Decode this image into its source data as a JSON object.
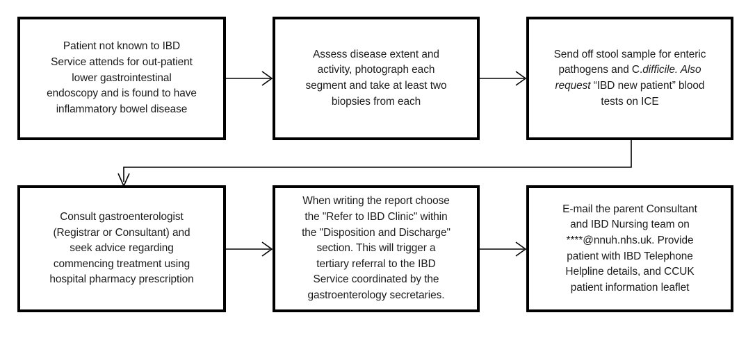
{
  "diagram": {
    "title": "IBD new patient endoscopy pathway flowchart",
    "type": "flowchart",
    "orientation": "left-to-right, wrapping to second row",
    "colors": {
      "box_border": "#000000",
      "box_fill": "#ffffff",
      "text": "#1a1a1a",
      "connector": "#000000",
      "background": "#ffffff"
    },
    "nodes": [
      {
        "id": "node-1",
        "order": 1,
        "text": "Patient not known to IBD\nService attends for out-patient\nlower gastrointestinal\nendoscopy and is found to have\ninflammatory bowel disease"
      },
      {
        "id": "node-2",
        "order": 2,
        "text": "Assess disease extent and\nactivity, photograph each\nsegment and take at least two\nbiopsies from each"
      },
      {
        "id": "node-3",
        "order": 3,
        "text_runs": [
          {
            "text": "Send off stool sample for enteric\npathogens and C.",
            "style": "normal"
          },
          {
            "text": "difficile. Also\nrequest",
            "style": "italic"
          },
          {
            "text": " “IBD new patient” blood\ntests on ICE",
            "style": "normal"
          }
        ]
      },
      {
        "id": "node-4",
        "order": 4,
        "text": "Consult gastroenterologist\n(Registrar or Consultant) and\nseek advice regarding\ncommencing treatment using\nhospital pharmacy prescription"
      },
      {
        "id": "node-5",
        "order": 5,
        "text": "When writing the report choose\nthe \"Refer to IBD Clinic\" within\nthe \"Disposition and Discharge\"\nsection. This will trigger a\ntertiary referral to the IBD\nService coordinated by the\ngastroenterology secretaries."
      },
      {
        "id": "node-6",
        "order": 6,
        "text": "E-mail the parent Consultant\nand IBD Nursing team on\n****@nnuh.nhs.uk. Provide\npatient with IBD Telephone\nHelpline details, and CCUK\npatient information leaflet"
      }
    ],
    "connectors": [
      {
        "id": "conn-1-2",
        "from": "node-1",
        "to": "node-2",
        "shape": "horizontal-arrow",
        "direction": "right"
      },
      {
        "id": "conn-2-3",
        "from": "node-2",
        "to": "node-3",
        "shape": "horizontal-arrow",
        "direction": "right"
      },
      {
        "id": "conn-3-4",
        "from": "node-3",
        "to": "node-4",
        "shape": "elbow-wrap-arrow",
        "direction": "down-left-down"
      },
      {
        "id": "conn-4-5",
        "from": "node-4",
        "to": "node-5",
        "shape": "horizontal-arrow",
        "direction": "right"
      },
      {
        "id": "conn-5-6",
        "from": "node-5",
        "to": "node-6",
        "shape": "horizontal-arrow",
        "direction": "right"
      }
    ]
  }
}
